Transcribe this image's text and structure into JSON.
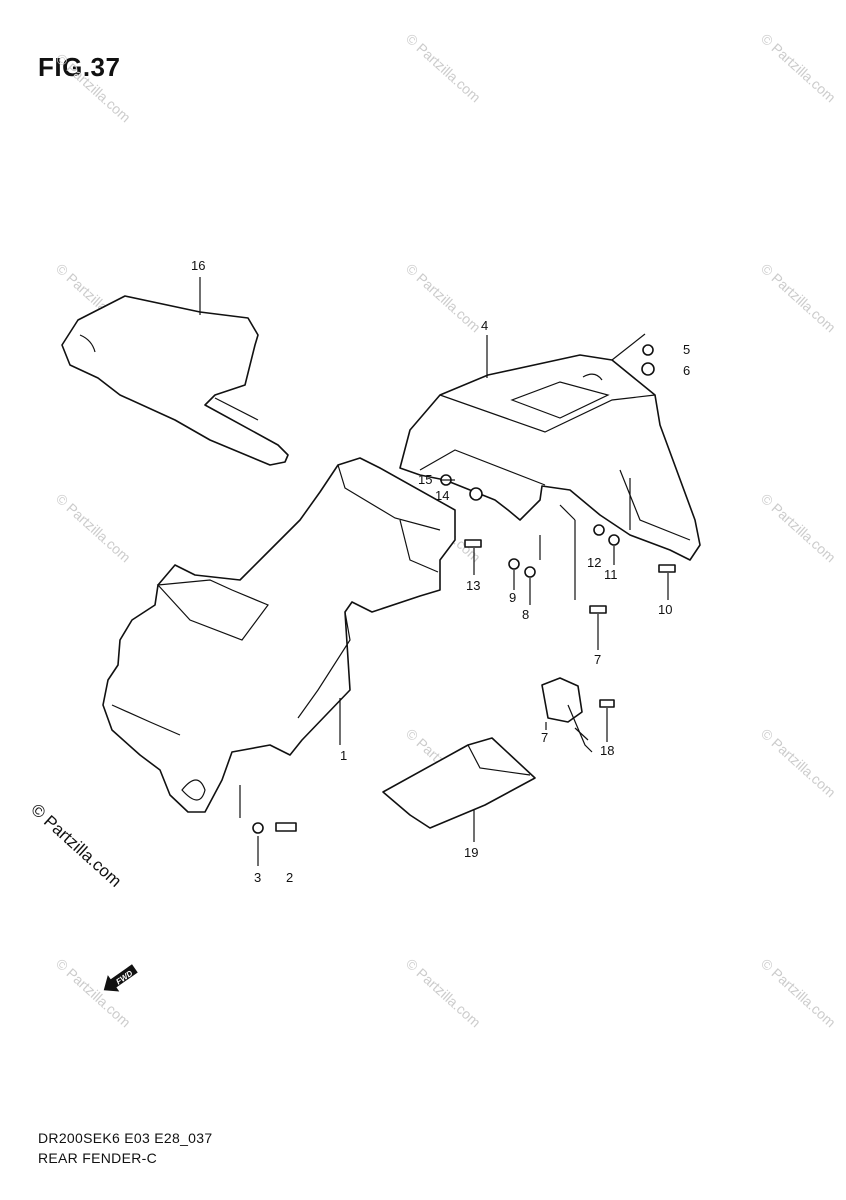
{
  "figure": {
    "title": "FIG.37"
  },
  "watermark": {
    "text": "© Partzilla.com"
  },
  "copyright": "© Partzilla.com",
  "callouts": {
    "p1": "1",
    "p2": "2",
    "p3": "3",
    "p4": "4",
    "p5": "5",
    "p6": "6",
    "p7a": "7",
    "p7b": "7",
    "p8": "8",
    "p9": "9",
    "p10": "10",
    "p11": "11",
    "p12": "12",
    "p13": "13",
    "p14": "14",
    "p15": "15",
    "p16": "16",
    "p18": "18",
    "p19": "19"
  },
  "fwd_arrow": {
    "label": "FWD"
  },
  "footer": {
    "code": "DR200SEK6 E03 E28_037",
    "name": "REAR FENDER-C"
  }
}
